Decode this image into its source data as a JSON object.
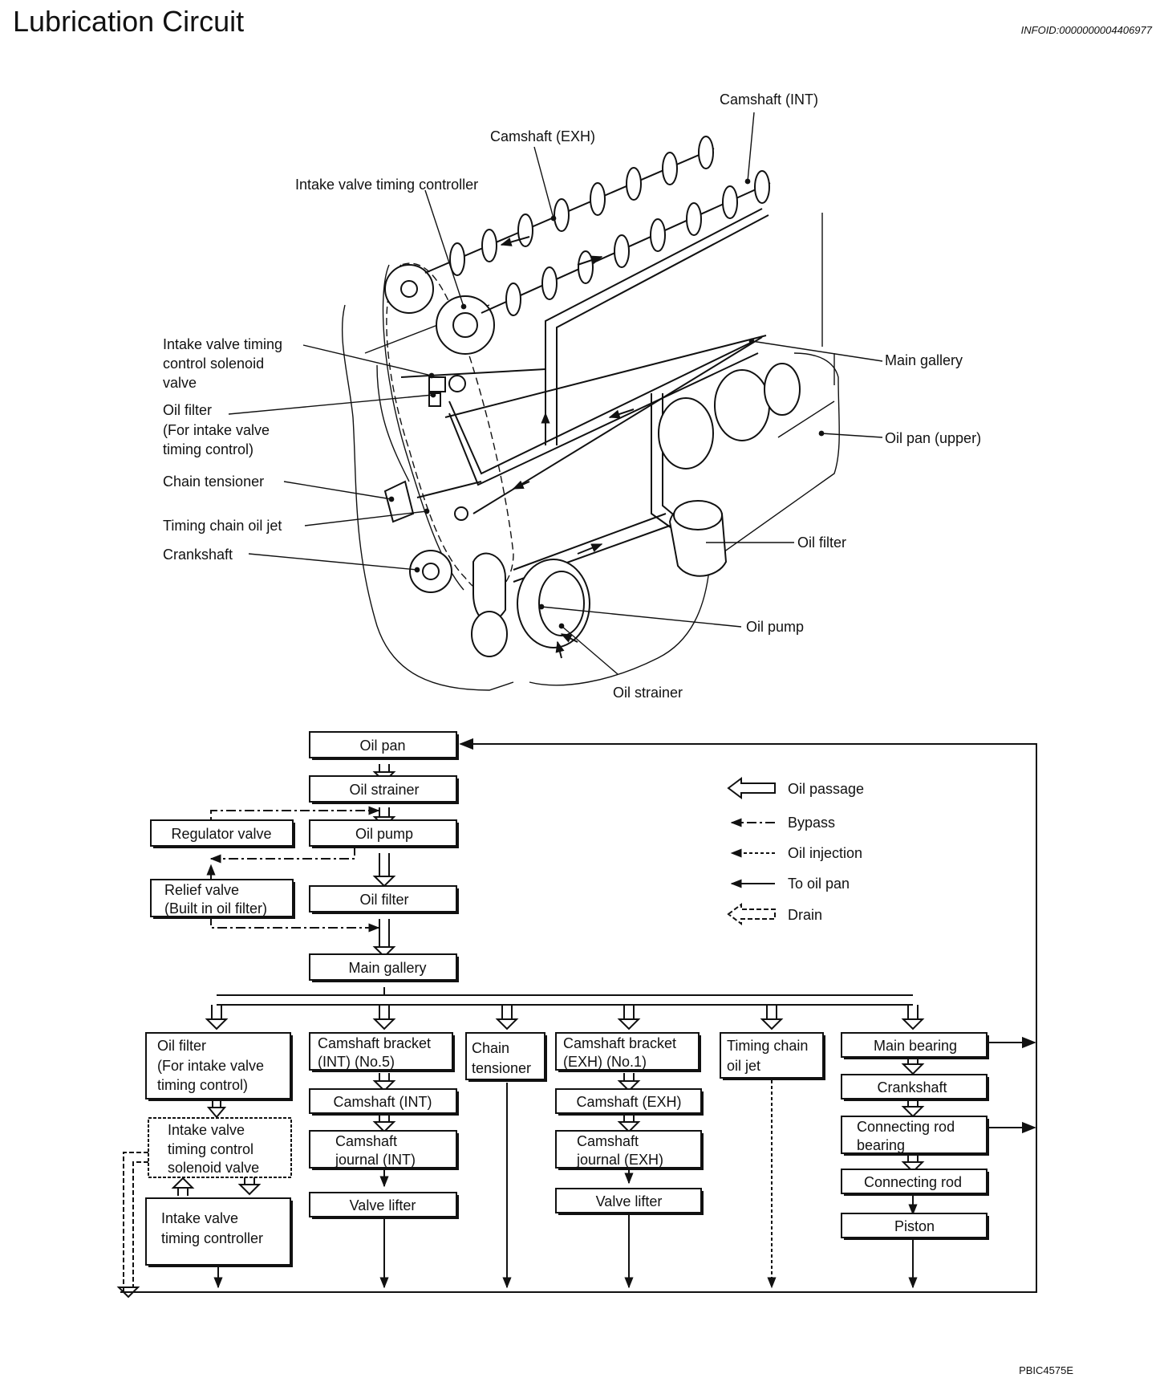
{
  "header": {
    "title": "Lubrication Circuit",
    "doc_id": "INFOID:0000000004406977"
  },
  "footer": {
    "figure_code": "PBIC4575E"
  },
  "illustration_labels": {
    "camshaft_int": "Camshaft (INT)",
    "camshaft_exh": "Camshaft (EXH)",
    "ivt_controller": "Intake valve timing controller",
    "ivtc_solenoid": [
      "Intake valve timing",
      "control solenoid",
      "valve"
    ],
    "oil_filter_ivtc": [
      "Oil filter",
      "(For intake valve",
      "timing control)"
    ],
    "chain_tensioner": "Chain tensioner",
    "timing_chain_oil_jet": "Timing chain oil jet",
    "crankshaft": "Crankshaft",
    "main_gallery": "Main gallery",
    "oil_pan_upper": "Oil pan (upper)",
    "oil_filter": "Oil filter",
    "oil_pump": "Oil pump",
    "oil_strainer": "Oil strainer"
  },
  "legend": {
    "oil_passage": "Oil passage",
    "bypass": "Bypass",
    "oil_injection": "Oil injection",
    "to_oil_pan": "To oil pan",
    "drain": "Drain"
  },
  "flow_nodes": {
    "oil_pan": "Oil pan",
    "oil_strainer": "Oil strainer",
    "regulator_valve": "Regulator valve",
    "oil_pump": "Oil pump",
    "relief_valve": [
      "Relief valve",
      "(Built in oil filter)"
    ],
    "oil_filter": "Oil filter",
    "main_gallery": "Main gallery",
    "oil_filter_ivtc": [
      "Oil filter",
      "(For intake valve",
      "timing control)"
    ],
    "cam_bracket_int": [
      "Camshaft bracket",
      "(INT) (No.5)"
    ],
    "chain_tensioner": [
      "Chain",
      "tensioner"
    ],
    "cam_bracket_exh": [
      "Camshaft bracket",
      "(EXH) (No.1)"
    ],
    "timing_chain_oil_jet": [
      "Timing chain",
      "oil jet"
    ],
    "main_bearing": "Main bearing",
    "ivtc_solenoid": [
      "Intake valve",
      "timing control",
      "solenoid valve"
    ],
    "camshaft_int": "Camshaft (INT)",
    "camshaft_exh": "Camshaft (EXH)",
    "crankshaft": "Crankshaft",
    "journal_int": [
      "Camshaft",
      "journal (INT)"
    ],
    "journal_exh": [
      "Camshaft",
      "journal (EXH)"
    ],
    "conrod_bearing": [
      "Connecting rod",
      "bearing"
    ],
    "ivt_controller": [
      "Intake valve",
      "timing controller"
    ],
    "valve_lifter_int": "Valve lifter",
    "valve_lifter_exh": "Valve lifter",
    "connecting_rod": "Connecting rod",
    "piston": "Piston"
  }
}
